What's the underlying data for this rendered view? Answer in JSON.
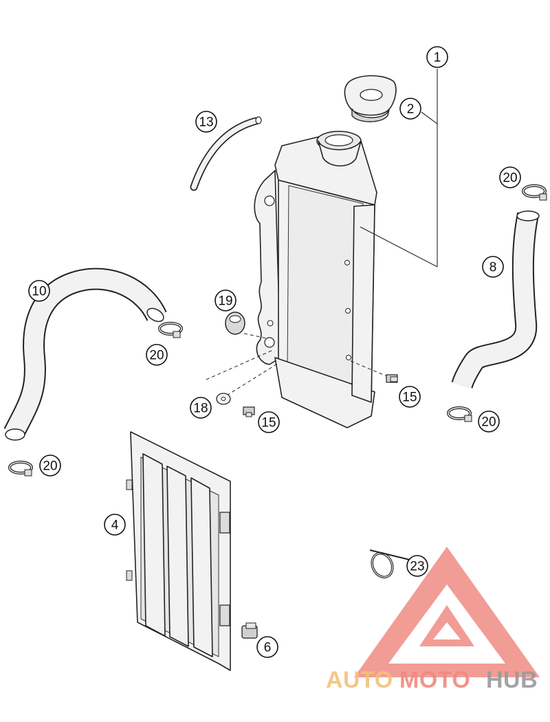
{
  "diagram": {
    "callouts": [
      {
        "id": "c1",
        "label": "1"
      },
      {
        "id": "c2",
        "label": "2"
      },
      {
        "id": "c13",
        "label": "13"
      },
      {
        "id": "c20a",
        "label": "20"
      },
      {
        "id": "c8",
        "label": "8"
      },
      {
        "id": "c10",
        "label": "10"
      },
      {
        "id": "c19",
        "label": "19"
      },
      {
        "id": "c20b",
        "label": "20"
      },
      {
        "id": "c15a",
        "label": "15"
      },
      {
        "id": "c18",
        "label": "18"
      },
      {
        "id": "c15b",
        "label": "15"
      },
      {
        "id": "c20c",
        "label": "20"
      },
      {
        "id": "c20d",
        "label": "20"
      },
      {
        "id": "c4",
        "label": "4"
      },
      {
        "id": "c23",
        "label": "23"
      },
      {
        "id": "c6",
        "label": "6"
      }
    ]
  },
  "watermark": {
    "part1": "AUTO",
    "part2": "MOTO",
    "part3": "HUB",
    "colors": {
      "part1": "#f5c07a",
      "part2": "#f08a80",
      "part3": "#9a9a9a",
      "triangle": "#ee7b74"
    }
  }
}
